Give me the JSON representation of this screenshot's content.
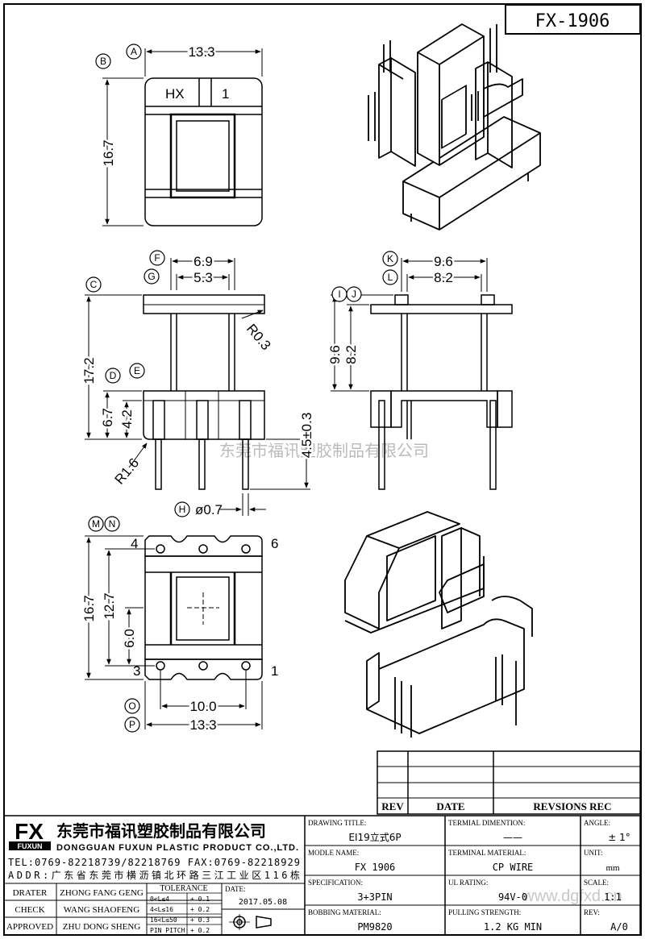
{
  "drawing_number": "FX-1906",
  "top_view": {
    "top_label_left": "HX",
    "top_label_right": "1"
  },
  "dimensions": {
    "width_top": "13.3",
    "height_top": "16.7",
    "pin_span_outer": "6.9",
    "pin_span_inner": "5.3",
    "corner_radius_top": "R0.3",
    "total_height": "17.2",
    "base_height": "6.7",
    "flange_height": "4.2",
    "pin_length": "4.5±0.3",
    "corner_radius_base": "R1.6",
    "pin_diameter": "ø0.7",
    "side_outer": "9.6",
    "side_inner": "8.2",
    "side_h_outer": "9.6",
    "side_h_inner": "8.2",
    "bottom_height": "16.7",
    "bottom_inner": "12.7",
    "bottom_core": "6.0",
    "bottom_pitch": "10.0",
    "bottom_width": "13.3"
  },
  "pin_numbers": {
    "p4": "4",
    "p6": "6",
    "p3": "3",
    "p1": "1"
  },
  "callouts": [
    "A",
    "B",
    "C",
    "D",
    "E",
    "F",
    "G",
    "H",
    "I",
    "J",
    "K",
    "L",
    "M",
    "N",
    "O",
    "P"
  ],
  "watermark_center": "东莞市福讯塑胶制品有限公司",
  "watermark_bottom": "www.dgfxd.cn",
  "revision_table": {
    "headers": [
      "REV",
      "DATE",
      "REVSIONS REC"
    ]
  },
  "company": {
    "logo": "FX",
    "logo_sub": "FUXUN",
    "name_cn": "东莞市福讯塑胶制品有限公司",
    "name_en": "DONGGUAN FUXUN PLASTIC PRODUCT CO.,LTD.",
    "tel": "TEL:0769-82218739/82218769 FAX:0769-82218929",
    "addr": "ADDR:广东省东莞市横沥镇北环路三江工业区116栋"
  },
  "people": [
    {
      "role": "DRATER",
      "name": "ZHONG FANG GENG"
    },
    {
      "role": "CHECK",
      "name": "WANG SHAOFENG"
    },
    {
      "role": "APPROVED",
      "name": "ZHU DONG SHENG"
    }
  ],
  "tolerance": {
    "title": "TOLERANCE",
    "rows": [
      {
        "range": "0<L≤4",
        "value": "+ 0.1"
      },
      {
        "range": "4<L≤16",
        "value": "+ 0.2"
      },
      {
        "range": "16<L≤50",
        "value": "+ 0.3"
      },
      {
        "range": "PIN PITCH",
        "value": "+ 0.2"
      }
    ]
  },
  "date": {
    "label": "DATE:",
    "value": "2017.05.08"
  },
  "fields": {
    "drawing_title": {
      "label": "DRAWING TITLE:",
      "value": "EI19立式6P"
    },
    "model_name": {
      "label": "MODLE NAME:",
      "value": "FX 1906"
    },
    "specification": {
      "label": "SPECIFICATION:",
      "value": "3+3PIN"
    },
    "bobbing_material": {
      "label": "BOBBING MATERIAL:",
      "value": "PM9820"
    },
    "terminal_dimension": {
      "label": "TERMIAL DIMENTION:",
      "value": "——"
    },
    "terminal_material": {
      "label": "TERMINAL MATERIAL:",
      "value": "CP WIRE"
    },
    "ul_rating": {
      "label": "UL RATING:",
      "value": "94V-0"
    },
    "pulling_strength": {
      "label": "PULLING STRENGTH:",
      "value": "1.2 KG MIN"
    },
    "angle": {
      "label": "ANGLE:",
      "value": "± 1°"
    },
    "unit": {
      "label": "UNIT:",
      "value": "mm"
    },
    "scale": {
      "label": "SCALE:",
      "value": "1:1"
    },
    "rev": {
      "label": "REV:",
      "value": "A/0"
    }
  }
}
